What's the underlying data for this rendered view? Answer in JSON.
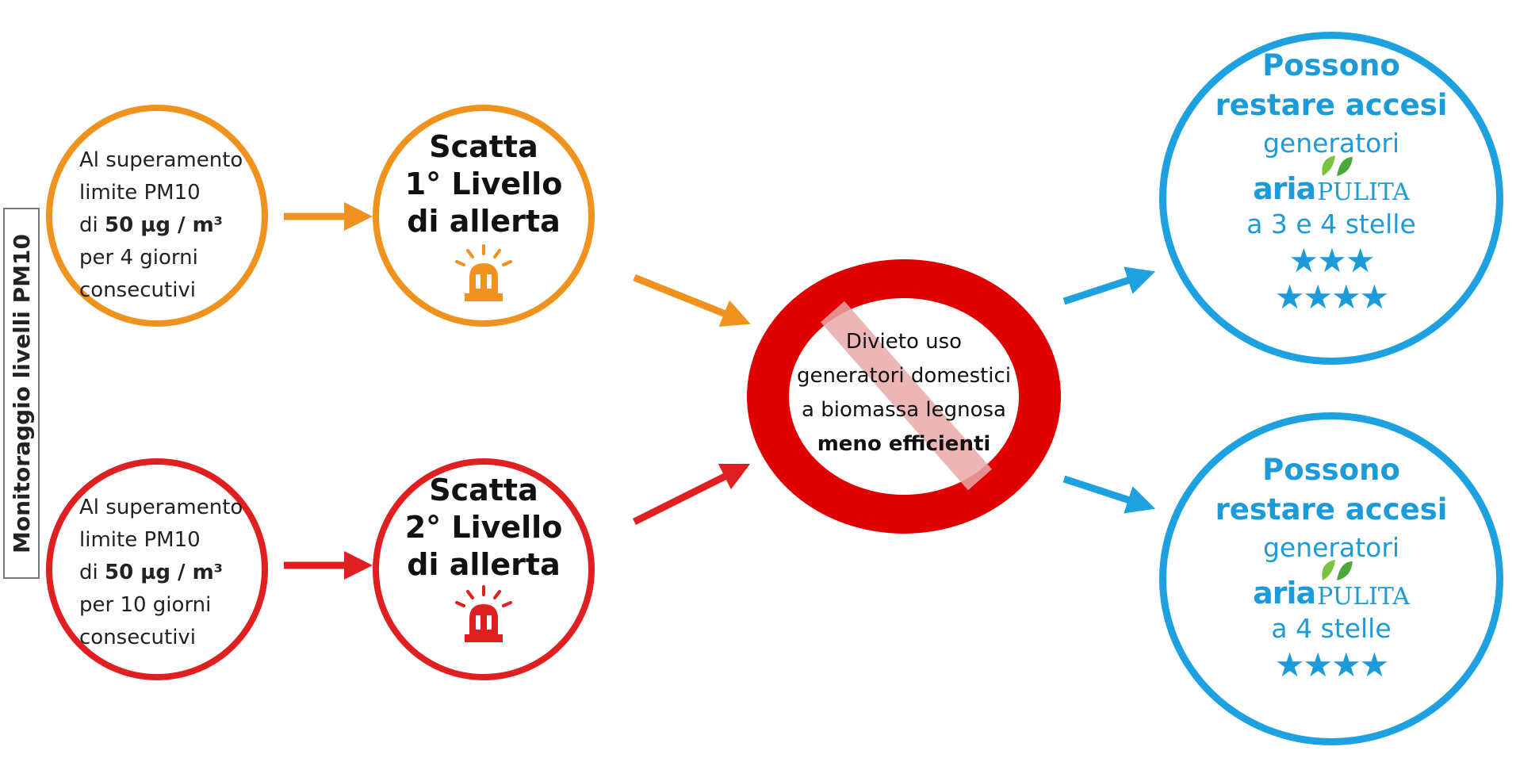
{
  "side_label": "Monitoraggio livelli PM10",
  "level1": {
    "condition_lines": [
      "Al superamento",
      "limite PM10"
    ],
    "threshold_prefix": "di ",
    "threshold_value": "50 µg / m³",
    "duration": "per 4 giorni",
    "duration_suffix": "consecutivi",
    "title_line1": "Scatta",
    "title_line2": "1° Livello",
    "title_line3": "di allerta",
    "color": "#f0921e"
  },
  "level2": {
    "condition_lines": [
      "Al superamento",
      "limite PM10"
    ],
    "threshold_prefix": "di ",
    "threshold_value": "50 µg / m³",
    "duration": "per 10 giorni",
    "duration_suffix": "consecutivi",
    "title_line1": "Scatta",
    "title_line2": "2° Livello",
    "title_line3": "di allerta",
    "color": "#e02020"
  },
  "ban": {
    "line1": "Divieto uso",
    "line2": "generatori domestici",
    "line3": "a biomassa legnosa",
    "line4": "meno efficienti",
    "color": "#e00000"
  },
  "allowed1": {
    "line1": "Possono",
    "line2": "restare accesi",
    "line3": "generatori",
    "logo_aria": "aria",
    "logo_pulita": "PULITA",
    "stars_text": "a 3 e 4 stelle",
    "stars_row1": "★★★",
    "stars_row2": "★★★★"
  },
  "allowed2": {
    "line1": "Possono",
    "line2": "restare accesi",
    "line3": "generatori",
    "logo_aria": "aria",
    "logo_pulita": "PULITA",
    "stars_text": "a 4 stelle",
    "stars_row1": "★★★★"
  },
  "colors": {
    "orange": "#f0921e",
    "red": "#e02020",
    "blue": "#1da1e0"
  },
  "icons": [
    "siren-icon",
    "leaf-icon",
    "prohibition-sign-icon",
    "arrow-icon"
  ]
}
